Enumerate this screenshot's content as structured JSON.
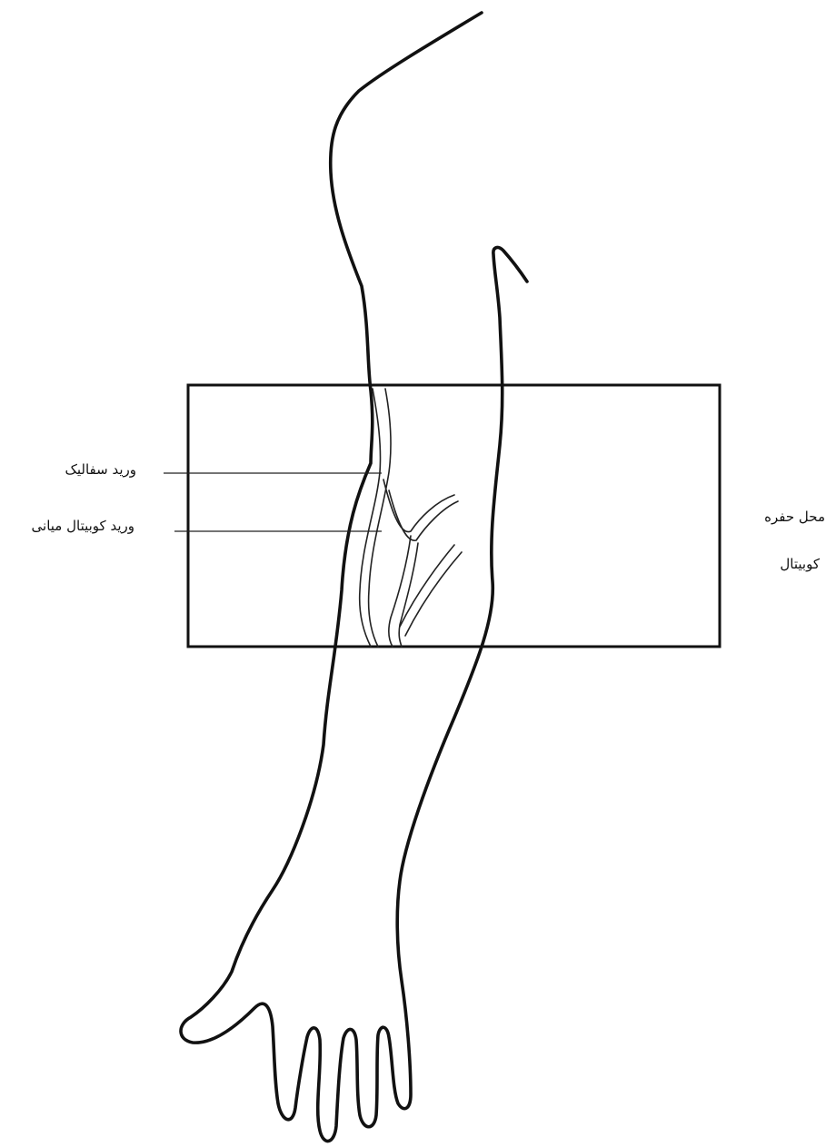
{
  "labels": {
    "cephalic_vein": "ورید سفالیک",
    "median_cubital_vein": "ورید کوبیتال میانی",
    "cubital_fossa_line1": "محل حفره",
    "cubital_fossa_line2": "کوبیتال"
  },
  "colors": {
    "outline": "#111111",
    "background": "#ffffff"
  }
}
